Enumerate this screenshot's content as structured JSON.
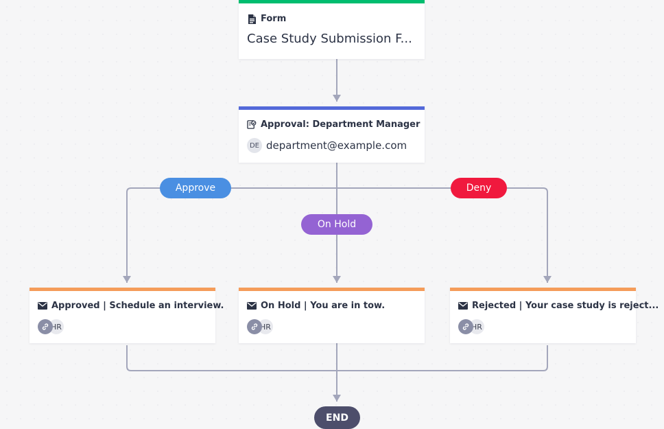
{
  "form_node": {
    "type_label": "Form",
    "title": "Case Study Submission F...",
    "accent": "#01bd6f"
  },
  "approval_node": {
    "type_label": "Approval: Department Manager",
    "assignee_initials": "DE",
    "assignee_email": "department@example.com",
    "accent": "#5369d9"
  },
  "branches": {
    "approve": {
      "label": "Approve",
      "color": "#4a8fe2"
    },
    "on_hold": {
      "label": "On Hold",
      "color": "#9463d3"
    },
    "deny": {
      "label": "Deny",
      "color": "#f0193e"
    }
  },
  "email_nodes": [
    {
      "title": "Approved | Schedule an interview.",
      "recipient": "HR",
      "accent": "#f59c5a"
    },
    {
      "title": "On Hold | You are in tow.",
      "recipient": "HR",
      "accent": "#f59c5a"
    },
    {
      "title": "Rejected | Your case study is reject...",
      "recipient": "HR",
      "accent": "#f59c5a"
    }
  ],
  "end_node": {
    "label": "END",
    "color": "#4d4e6b"
  },
  "connector_color": "#a3a6bb"
}
